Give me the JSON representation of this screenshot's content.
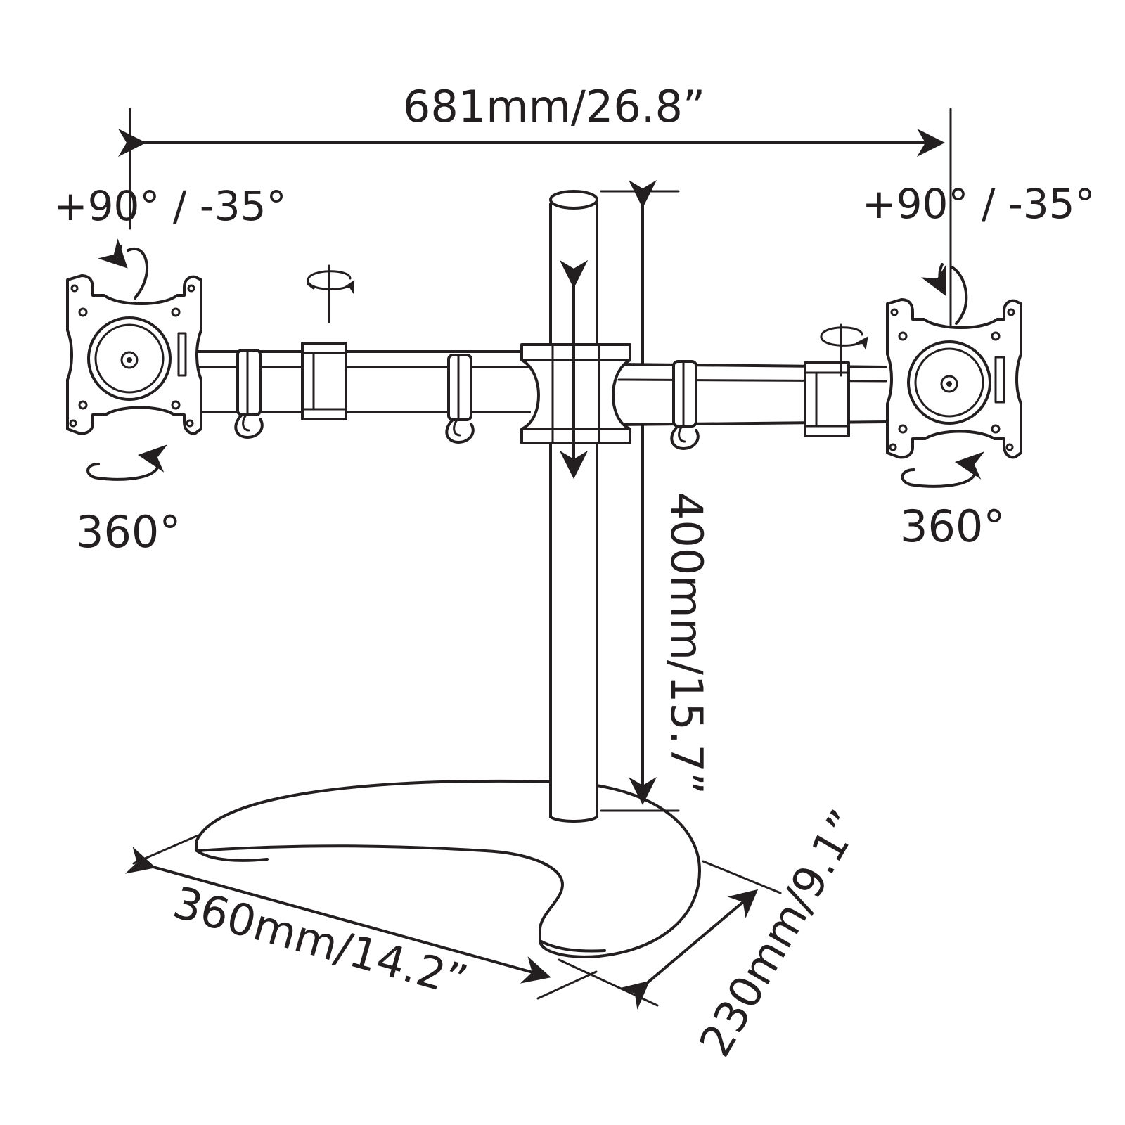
{
  "labels": {
    "total_width": "681mm/26.8”",
    "pole_height": "400mm/15.7”",
    "base_width": "360mm/14.2”",
    "base_depth": "230mm/9.1”",
    "tilt_left": "+90° / -35°",
    "tilt_right": "+90° / -35°",
    "rotate_left": "360°",
    "rotate_right": "360°"
  },
  "colors": {
    "line": "#231f20",
    "background": "#ffffff"
  }
}
